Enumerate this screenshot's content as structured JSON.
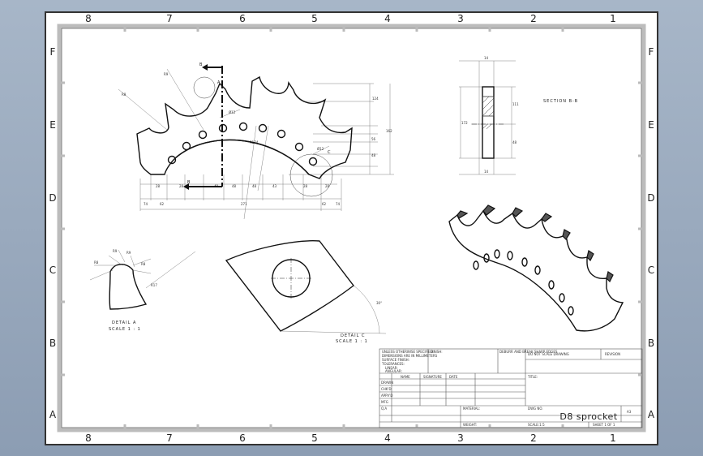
{
  "zones": {
    "columns": [
      "8",
      "7",
      "6",
      "5",
      "4",
      "3",
      "2",
      "1"
    ],
    "rows": [
      "F",
      "E",
      "D",
      "C",
      "B",
      "A"
    ]
  },
  "views": {
    "section_label": "SECTION B-B",
    "detail_a_label": "DETAIL A",
    "detail_a_scale": "SCALE 1 : 1",
    "detail_c_label": "DETAIL C",
    "detail_c_scale": "SCALE 1 : 1",
    "section_marker": "B",
    "detail_a_marker": "A",
    "detail_c_marker": "C"
  },
  "title_block": {
    "notes": [
      "UNLESS OTHERWISE SPECIFIED:",
      "DIMENSIONS ARE IN MILLIMETERS",
      "SURFACE FINISH:",
      "TOLERANCES:",
      "LINEAR:",
      "ANGULAR:"
    ],
    "finish_label": "FINISH:",
    "deburr_label": "DEBURR AND BREAK SHARP EDGES",
    "do_not_scale": "DO NOT SCALE DRAWING",
    "revision_label": "REVISION",
    "name_col": "NAME",
    "signature_col": "SIGNATURE",
    "date_col": "DATE",
    "title_label": "TITLE:",
    "rows": [
      "DRAWN",
      "CHK'D",
      "APPV'D",
      "MFG",
      "Q.A"
    ],
    "material_label": "MATERIAL:",
    "weight_label": "WEIGHT:",
    "dwg_no_label": "DWG NO.",
    "drawing_title": "D8 sprocket",
    "sheet_size": "A3",
    "scale_label": "SCALE:1:5",
    "sheet_label": "SHEET 1 OF 1"
  }
}
